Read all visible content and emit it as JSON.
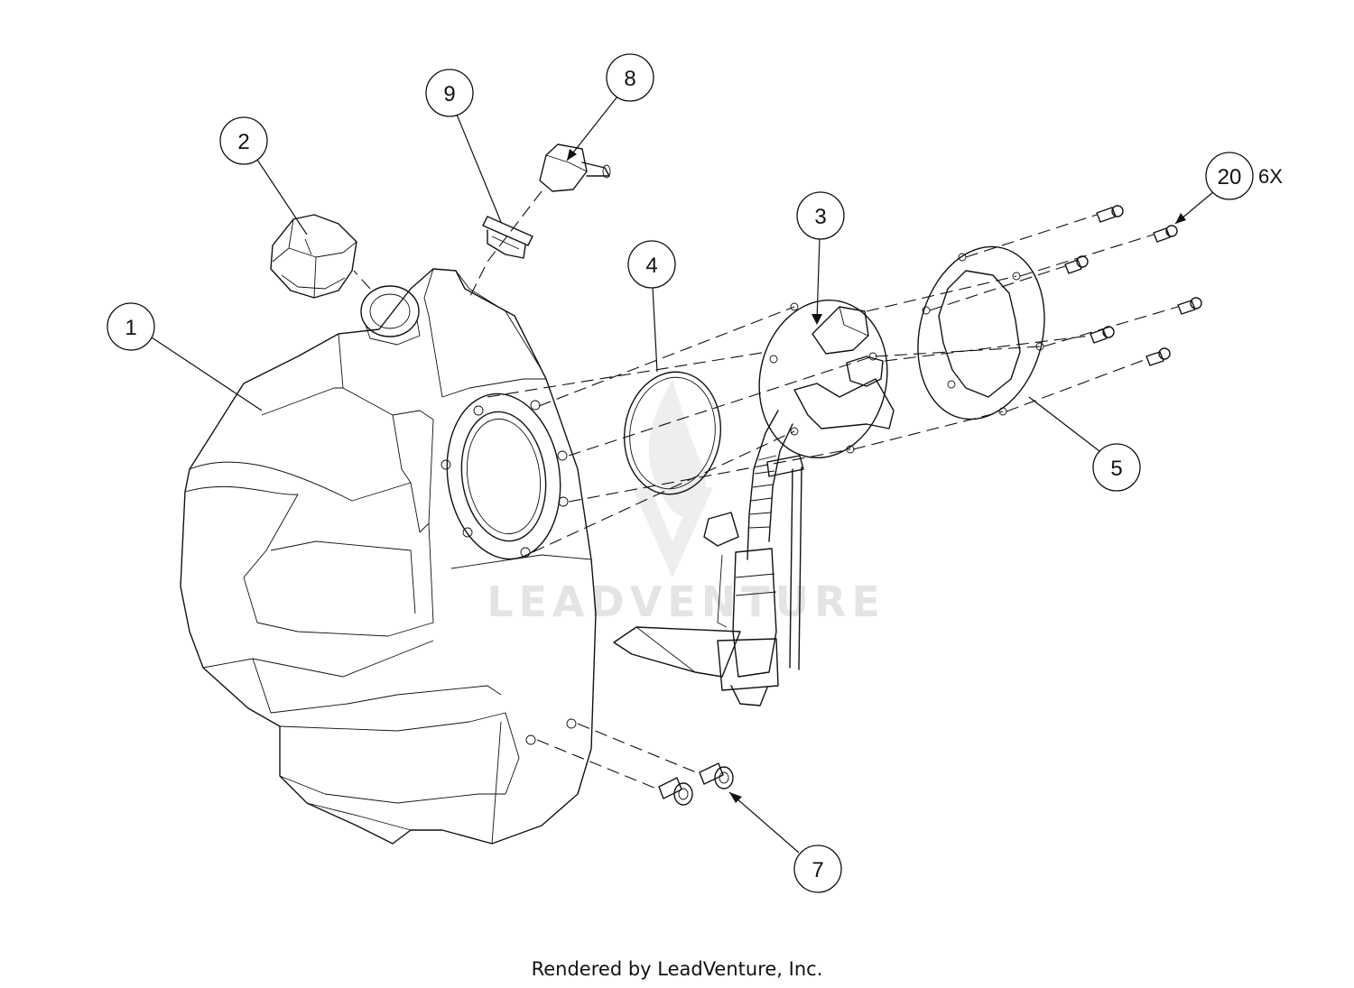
{
  "watermark": {
    "text": "LEADVENTURE"
  },
  "callouts": [
    {
      "id": "1",
      "label": "1"
    },
    {
      "id": "2",
      "label": "2"
    },
    {
      "id": "3",
      "label": "3"
    },
    {
      "id": "4",
      "label": "4"
    },
    {
      "id": "5",
      "label": "5"
    },
    {
      "id": "7",
      "label": "7"
    },
    {
      "id": "8",
      "label": "8"
    },
    {
      "id": "9",
      "label": "9"
    },
    {
      "id": "20",
      "label": "20",
      "qty": "6X"
    }
  ],
  "footer": {
    "text": "Rendered by LeadVenture, Inc."
  }
}
